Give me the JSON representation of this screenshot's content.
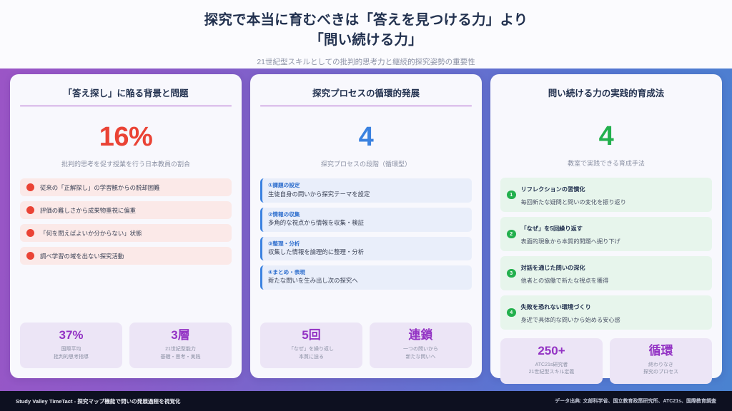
{
  "header": {
    "title_line1": "探究で本当に育むべきは「答えを見つける力」より",
    "title_line2": "「問い続ける力」",
    "subtitle": "21世紀型スキルとしての批判的思考力と継続的探究姿勢の重要性"
  },
  "colors": {
    "accent_purple": "#9b55c6",
    "accent_blue": "#4a82d0",
    "rule": "#a855c9",
    "stat_red": "#ea4335",
    "stat_blue": "#3b82e0",
    "stat_green": "#22b04d",
    "mini_purple": "#9333c4",
    "title_navy": "#22314f"
  },
  "cards": [
    {
      "title": "「答え探し」に陥る背景と問題",
      "big_number": "16%",
      "big_caption": "批判的思考を促す授業を行う日本教員の割合",
      "items": [
        {
          "icon": "red-dot-icon",
          "text": "従来の「正解探し」の学習観からの脱却困難"
        },
        {
          "icon": "red-dot-icon",
          "text": "評価の難しさから成果物重視に偏重"
        },
        {
          "icon": "red-dot-icon",
          "text": "「何を問えばよいか分からない」状態"
        },
        {
          "icon": "red-dot-icon",
          "text": "調べ学習の域を出ない探究活動"
        }
      ],
      "minis": [
        {
          "num": "37%",
          "line1": "国際平均",
          "line2": "批判的思考指導"
        },
        {
          "num": "3層",
          "line1": "21世紀型能力",
          "line2": "基礎・思考・実践"
        }
      ]
    },
    {
      "title": "探究プロセスの循環的発展",
      "big_number": "4",
      "big_caption": "探究プロセスの段階（循環型）",
      "items": [
        {
          "step_title": "①課題の設定",
          "desc": "生徒自身の問いから探究テーマを設定"
        },
        {
          "step_title": "②情報の収集",
          "desc": "多角的な視点から情報を収集・検証"
        },
        {
          "step_title": "③整理・分析",
          "desc": "収集した情報を論理的に整理・分析"
        },
        {
          "step_title": "④まとめ・表現",
          "desc": "新たな問いを生み出し次の探究へ"
        }
      ],
      "minis": [
        {
          "num": "5回",
          "line1": "「なぜ」を繰り返し",
          "line2": "本質に迫る"
        },
        {
          "num": "連鎖",
          "line1": "一つの問いから",
          "line2": "新たな問いへ"
        }
      ]
    },
    {
      "title": "問い続ける力の実践的育成法",
      "big_number": "4",
      "big_caption": "教室で実践できる育成手法",
      "items": [
        {
          "badge": "1",
          "method_title": "リフレクションの習慣化",
          "desc": "毎回新たな疑問と問いの変化を振り返り"
        },
        {
          "badge": "2",
          "method_title": "「なぜ」を5回繰り返す",
          "desc": "表面的現象から本質的問題へ掘り下げ"
        },
        {
          "badge": "3",
          "method_title": "対話を通じた問いの深化",
          "desc": "他者との協働で新たな視点を獲得"
        },
        {
          "badge": "4",
          "method_title": "失敗を恐れない環境づくり",
          "desc": "身近で具体的な問いから始める安心感"
        }
      ],
      "minis": [
        {
          "num": "250+",
          "line1": "ATC21s研究者",
          "line2": "21世紀型スキル定義"
        },
        {
          "num": "循環",
          "line1": "終わりなき",
          "line2": "探究のプロセス"
        }
      ]
    }
  ],
  "footer": {
    "left": "Study Valley TimeTact - 探究マップ機能で問いの発展過程を視覚化",
    "right": "データ出典: 文部科学省、国立教育政策研究所、ATC21s、国際教育調査"
  }
}
